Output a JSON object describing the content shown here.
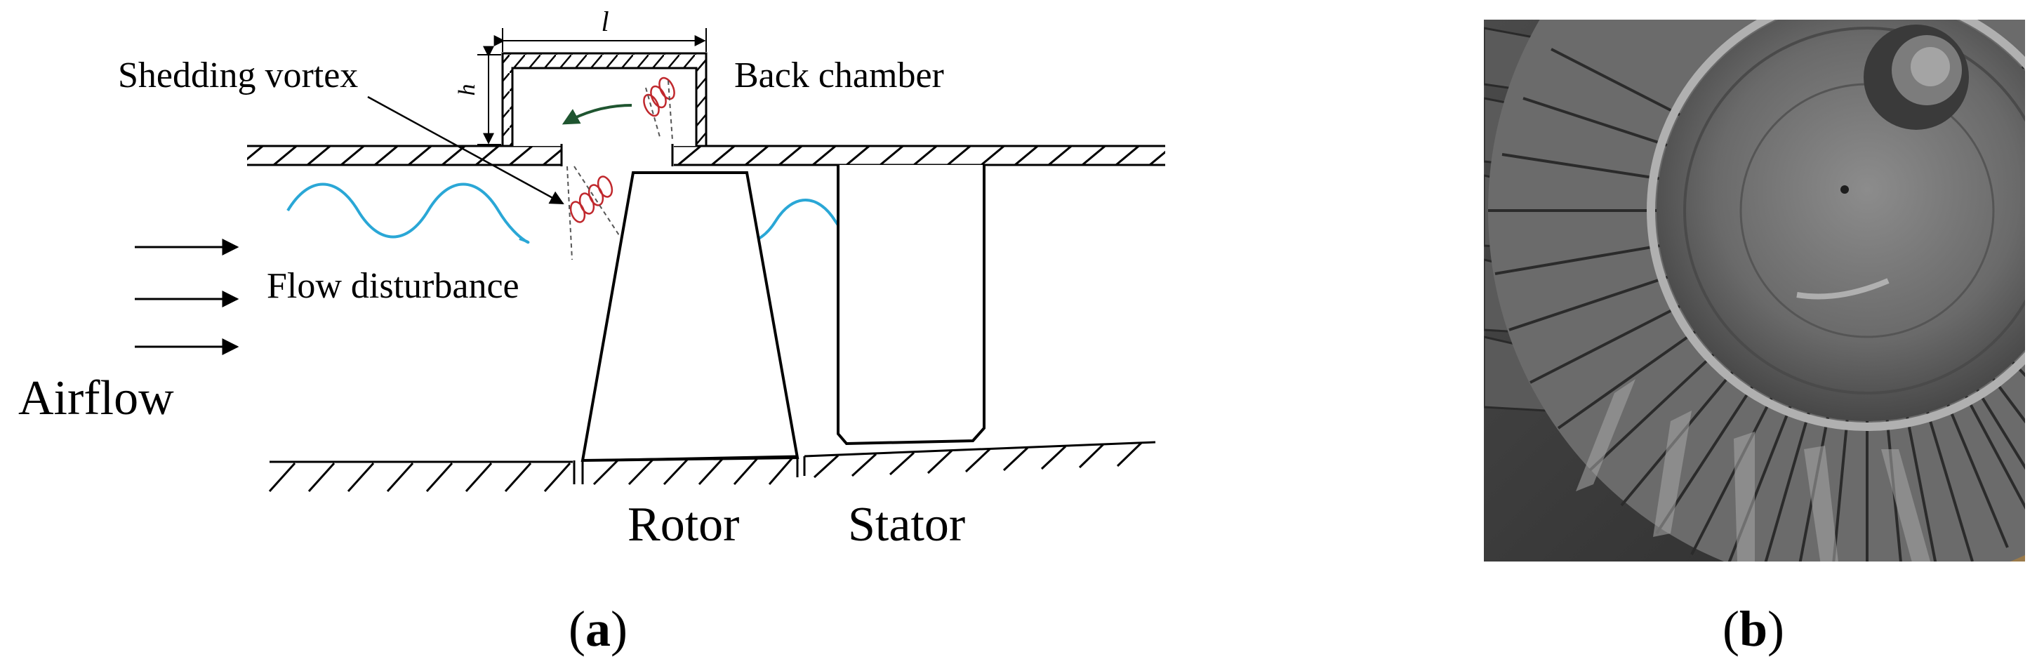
{
  "panel_a": {
    "labels": {
      "length": "l",
      "height": "h",
      "shedding_vortex": "Shedding vortex",
      "back_chamber": "Back chamber",
      "flow_disturbance": "Flow disturbance",
      "airflow": "Airflow",
      "rotor": "Rotor",
      "stator": "Stator"
    },
    "caption": {
      "open": "(",
      "letter": "a",
      "close": ")"
    }
  },
  "panel_b": {
    "caption": {
      "open": "(",
      "letter": "b",
      "close": ")"
    }
  },
  "colors": {
    "line": "#000000",
    "wave": "#2aa7d6",
    "vortex": "#c0282d",
    "swirl_arrow": "#1f5530"
  },
  "icons": [
    "arrow-right-icon",
    "curved-arrow-icon",
    "vortex-icon",
    "turbine-photo"
  ]
}
